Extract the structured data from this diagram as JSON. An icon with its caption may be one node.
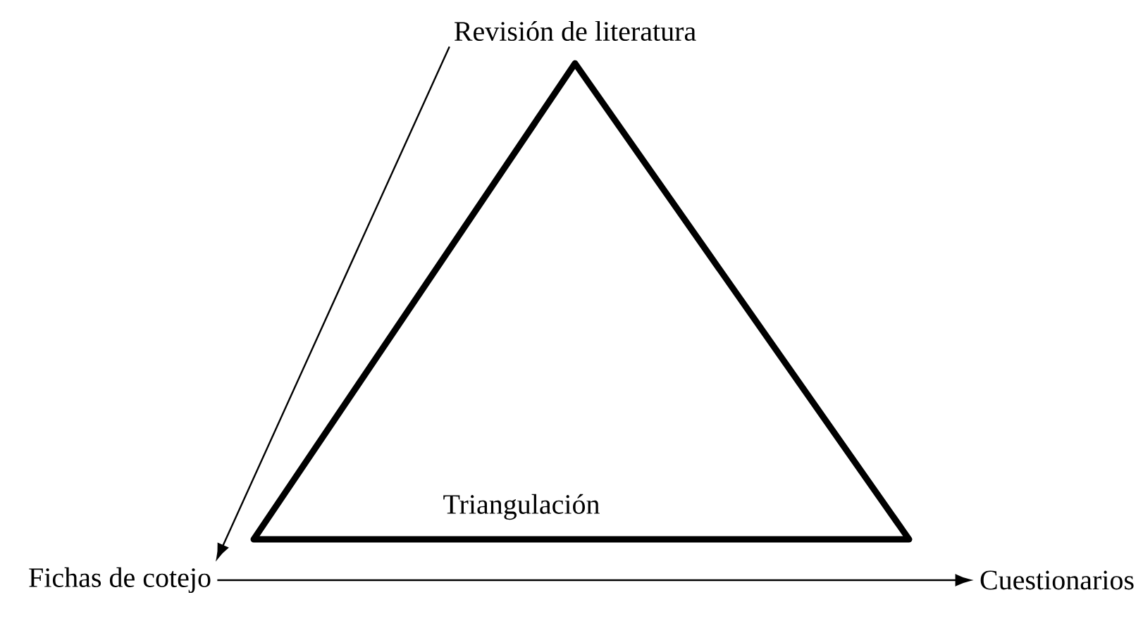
{
  "diagram": {
    "nodes": [
      {
        "text": [
          "Triangulación"
        ]
      },
      {
        "text": [
          "Revisión de literatura"
        ]
      },
      {
        "text": [
          "Fichas de cotejo"
        ]
      },
      {
        "text": [
          "Cuestionarios"
        ]
      }
    ],
    "edges": [
      {
        "from": 1,
        "to": 2,
        "arrow": "to"
      },
      {
        "from": 2,
        "to": 3,
        "arrow": "to"
      }
    ]
  }
}
